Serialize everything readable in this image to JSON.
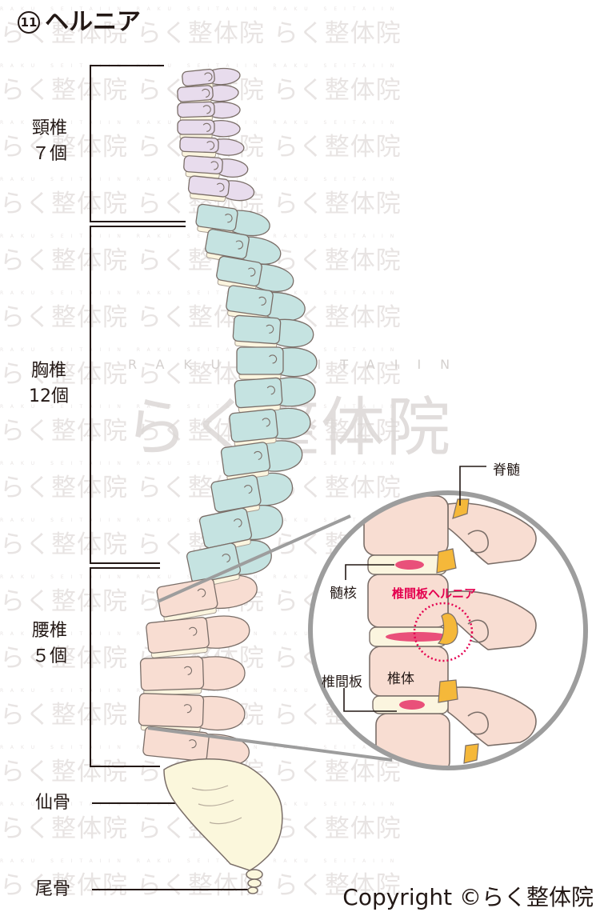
{
  "title": {
    "number": "11",
    "text": "ヘルニア"
  },
  "watermark": {
    "small": "RAKU SEITAIIN",
    "big": "らく整体院"
  },
  "sections": {
    "cervical": {
      "name": "頸椎",
      "count": "７個"
    },
    "thoracic": {
      "name": "胸椎",
      "count": "12個"
    },
    "lumbar": {
      "name": "腰椎",
      "count": "５個"
    },
    "sacrum": {
      "name": "仙骨"
    },
    "coccyx": {
      "name": "尾骨"
    }
  },
  "detail": {
    "spinal_cord": "脊髄",
    "nucleus": "髄核",
    "hernia": "椎間板ヘルニア",
    "disc": "椎間板",
    "body": "椎体"
  },
  "copyright": "Copyright ©らく整体院",
  "colors": {
    "cervical": "#e8dced",
    "thoracic": "#c5e3e1",
    "lumbar": "#f8ddd2",
    "sacrum": "#fbf7dc",
    "disc": "#fbf5df",
    "nucleus": "#e9507a",
    "spinal_cord": "#f5b83a",
    "hernia_accent": "#e4004f"
  }
}
